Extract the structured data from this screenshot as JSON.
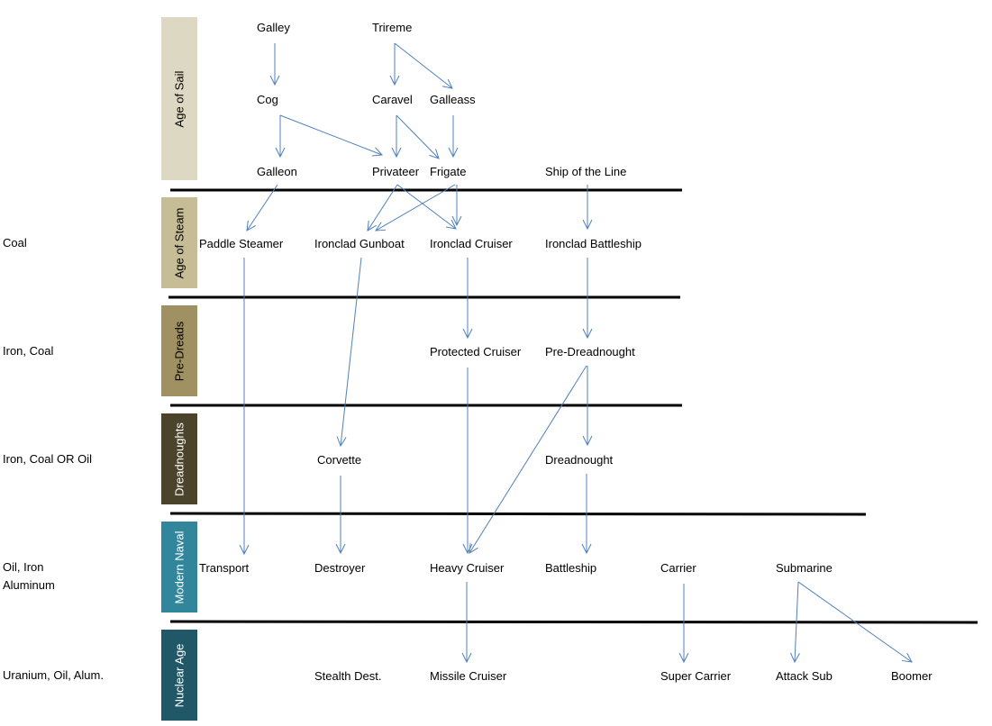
{
  "eras": [
    {
      "label": "Age of Sail",
      "color": "#ddd8c2",
      "text_color": "#000000"
    },
    {
      "label": "Age of Steam",
      "color": "#c6bd96",
      "text_color": "#000000"
    },
    {
      "label": "Pre-Dreads",
      "color": "#9f9161",
      "text_color": "#000000"
    },
    {
      "label": "Dreadnoughts",
      "color": "#4b432c",
      "text_color": "#ffffff"
    },
    {
      "label": "Modern Naval",
      "color": "#31869b",
      "text_color": "#ffffff"
    },
    {
      "label": "Nuclear Age",
      "color": "#215868",
      "text_color": "#ffffff"
    }
  ],
  "resources": [
    "Coal",
    "Iron, Coal",
    "Iron, Coal OR Oil",
    "Oil, Iron\nAluminum",
    "Uranium, Oil, Alum."
  ],
  "ships": {
    "galley": "Galley",
    "trireme": "Trireme",
    "cog": "Cog",
    "caravel": "Caravel",
    "galleass": "Galleass",
    "galleon": "Galleon",
    "privateer": "Privateer",
    "frigate": "Frigate",
    "ship_of_the_line": "Ship of the Line",
    "paddle_steamer": "Paddle Steamer",
    "ironclad_gunboat": "Ironclad Gunboat",
    "ironclad_cruiser": "Ironclad Cruiser",
    "ironclad_battleship": "Ironclad Battleship",
    "protected_cruiser": "Protected Cruiser",
    "pre_dreadnought": "Pre-Dreadnought",
    "corvette": "Corvette",
    "dreadnought": "Dreadnought",
    "transport": "Transport",
    "destroyer": "Destroyer",
    "heavy_cruiser": "Heavy Cruiser",
    "battleship": "Battleship",
    "carrier": "Carrier",
    "submarine": "Submarine",
    "stealth_dest": "Stealth Dest.",
    "missile_cruiser": "Missile Cruiser",
    "super_carrier": "Super Carrier",
    "attack_sub": "Attack Sub",
    "boomer": "Boomer"
  },
  "colors": {
    "arrow": "#4f81bd",
    "divider": "#000000"
  }
}
